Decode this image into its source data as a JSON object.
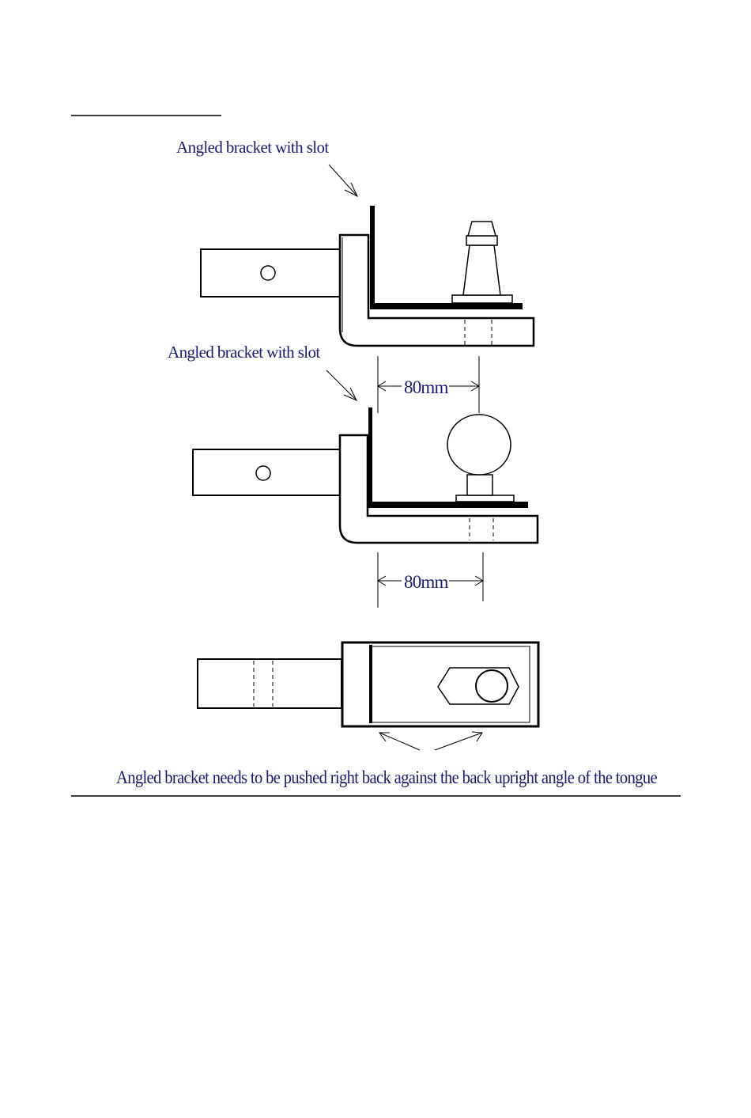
{
  "labels": {
    "top_bracket": "Angled bracket with slot",
    "middle_bracket": "Angled bracket with slot",
    "dim_top": "80mm",
    "dim_bottom": "80mm",
    "caption": "Angled bracket needs to be pushed right back against the back upright angle of the tongue"
  },
  "colors": {
    "text": "#1a1a6e",
    "line": "#000000",
    "background": "#ffffff"
  }
}
